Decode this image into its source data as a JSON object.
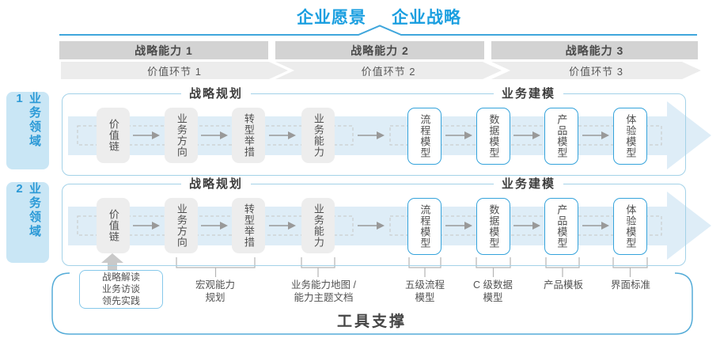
{
  "title": {
    "vision": "企业愿景",
    "strategy": "企业战略"
  },
  "bands": [
    "战略能力 1",
    "战略能力 2",
    "战略能力 3"
  ],
  "value_links": [
    "价值环节 1",
    "价值环节 2",
    "价值环节 3"
  ],
  "domains": [
    {
      "label": "业务领域 1",
      "planning_header": "战略规划",
      "modeling_header": "业务建模",
      "boxes": [
        "价值链",
        "业务方向",
        "转型举措",
        "业务能力",
        "流程模型",
        "数据模型",
        "产品模型",
        "体验模型"
      ]
    },
    {
      "label": "业务领域 2",
      "planning_header": "战略规划",
      "modeling_header": "业务建模",
      "boxes": [
        "价值链",
        "业务方向",
        "转型举措",
        "业务能力",
        "流程模型",
        "数据模型",
        "产品模型",
        "体验模型"
      ]
    }
  ],
  "footer": {
    "practice_box": "战略解读\n业务访谈\n领先实践",
    "labels": [
      "宏观能力\n规划",
      "业务能力地图 /\n能力主题文档",
      "五级流程\n模型",
      "C 级数据\n模型",
      "产品模板",
      "界面标准"
    ],
    "tool_support": "工具支撑"
  },
  "colors": {
    "accent_blue": "#1b9fe0",
    "line_blue": "#3fa6dc",
    "band_gray": "#d3d3d3",
    "chevron_gray": "#ececec",
    "box_gray": "#ededed",
    "box_border_blue": "#35a3db",
    "big_arrow_blue": "#deedf7",
    "frame_blue": "#a3d2e8",
    "sidebar_fill": "#c9e6f5"
  }
}
